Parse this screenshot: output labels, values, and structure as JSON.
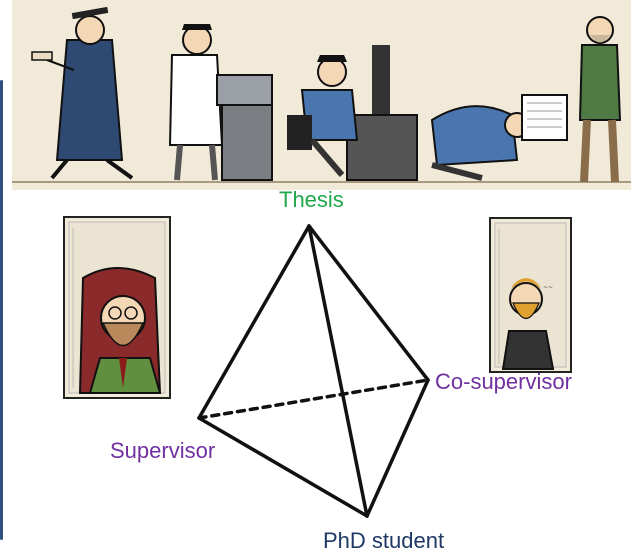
{
  "diagram": {
    "nodes": {
      "thesis": "Thesis",
      "supervisor": "Supervisor",
      "co_supervisor": "Co-supervisor",
      "phd_student": "PhD student"
    },
    "colors": {
      "thesis": "#1fa84a",
      "supervisor": "#7030a0",
      "co_supervisor": "#7030a0",
      "phd_student": "#1f3864",
      "accent_bar": "#2f4f7f"
    },
    "edges": [
      {
        "from": "thesis",
        "to": "supervisor",
        "style": "solid"
      },
      {
        "from": "thesis",
        "to": "co_supervisor",
        "style": "solid"
      },
      {
        "from": "thesis",
        "to": "phd_student",
        "style": "solid"
      },
      {
        "from": "supervisor",
        "to": "phd_student",
        "style": "solid"
      },
      {
        "from": "co_supervisor",
        "to": "phd_student",
        "style": "solid"
      },
      {
        "from": "supervisor",
        "to": "co_supervisor",
        "style": "dashed"
      }
    ],
    "illustrations": [
      "comic-strip-phd-stages",
      "supervisor-portrait",
      "co-supervisor-portrait"
    ]
  }
}
